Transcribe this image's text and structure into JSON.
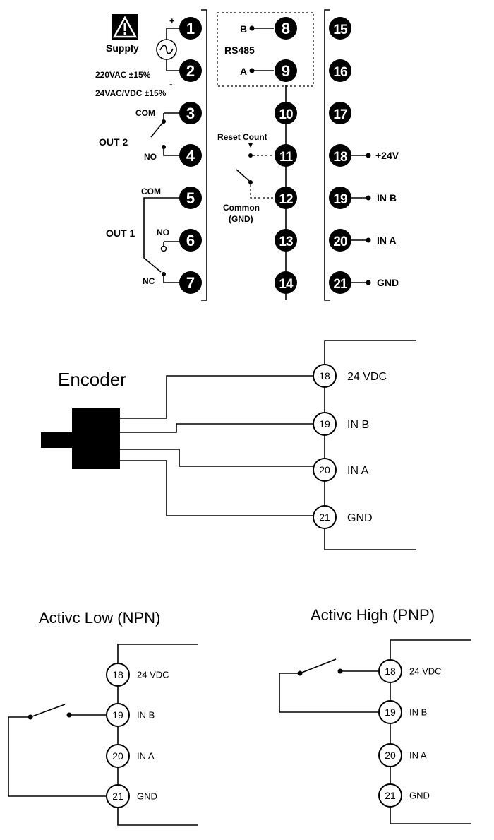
{
  "top": {
    "supply_label": "Supply",
    "plus": "+",
    "minus": "-",
    "voltage_ac": "220VAC ±15%",
    "voltage_dc": "24VAC/VDC ±15%",
    "rs485_label": "RS485",
    "rs485_b": "B",
    "rs485_a": "A",
    "out2_label": "OUT 2",
    "out2_com": "COM",
    "out2_no": "NO",
    "out1_label": "OUT 1",
    "out1_com": "COM",
    "out1_no": "NO",
    "out1_nc": "NC",
    "reset_count": "Reset Count",
    "common": "Common",
    "common_gnd": "(GND)",
    "plus24v": "+24V",
    "in_b": "IN B",
    "in_a": "IN A",
    "gnd": "GND",
    "terminals_left": [
      "1",
      "2",
      "3",
      "4",
      "5",
      "6",
      "7"
    ],
    "terminals_mid": [
      "8",
      "9",
      "10",
      "11",
      "12",
      "13",
      "14"
    ],
    "terminals_right": [
      "15",
      "16",
      "17",
      "18",
      "19",
      "20",
      "21"
    ]
  },
  "encoder": {
    "title": "Encoder",
    "terminals": [
      "18",
      "19",
      "20",
      "21"
    ],
    "labels": [
      "24 VDC",
      "IN B",
      "IN A",
      "GND"
    ]
  },
  "npn": {
    "title": "Activc Low (NPN)",
    "terminals": [
      "18",
      "19",
      "20",
      "21"
    ],
    "labels": [
      "24 VDC",
      "IN B",
      "IN A",
      "GND"
    ]
  },
  "pnp": {
    "title": "Activc High (PNP)",
    "terminals": [
      "18",
      "19",
      "20",
      "21"
    ],
    "labels": [
      "24 VDC",
      "IN B",
      "IN A",
      "GND"
    ]
  },
  "colors": {
    "ink": "#000000",
    "paper": "#ffffff"
  }
}
